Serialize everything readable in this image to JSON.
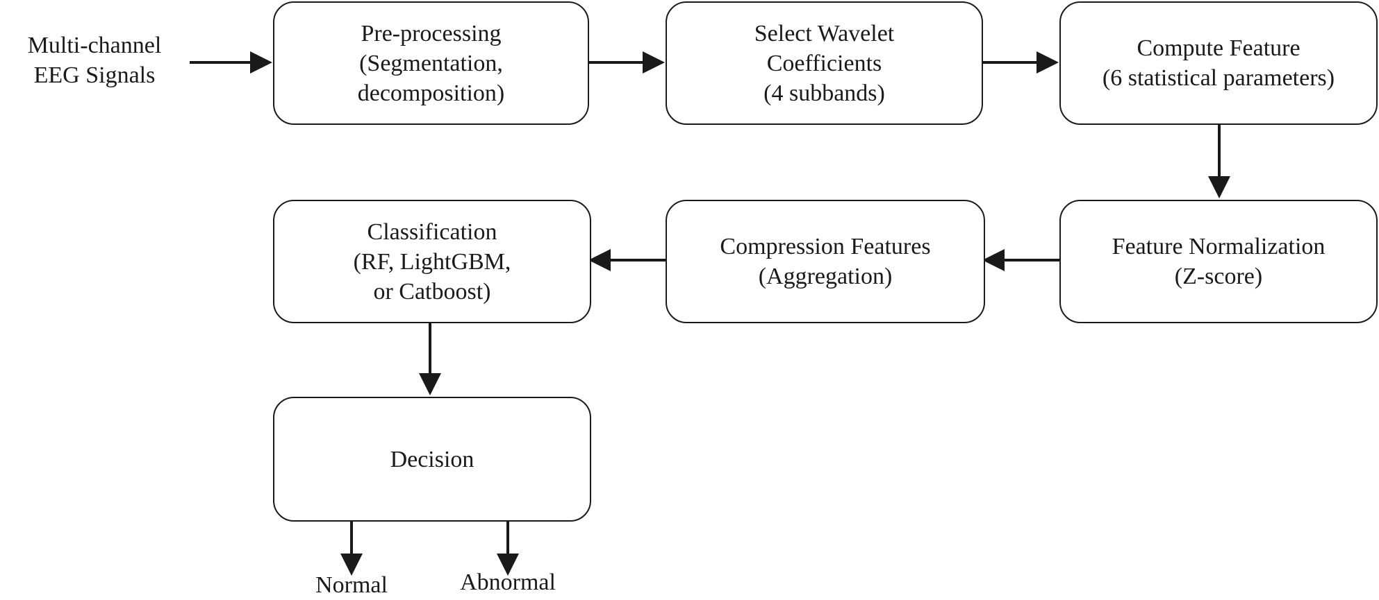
{
  "input": {
    "lines": [
      "Multi-channel",
      "EEG Signals"
    ]
  },
  "boxes": {
    "preprocessing": {
      "lines": [
        "Pre-processing",
        "(Segmentation,",
        "decomposition)"
      ]
    },
    "select_wavelet": {
      "lines": [
        "Select Wavelet",
        "Coefficients",
        "(4 subbands)"
      ]
    },
    "compute_feature": {
      "lines": [
        "Compute Feature",
        "(6 statistical parameters)"
      ]
    },
    "normalization": {
      "lines": [
        "Feature Normalization",
        "(Z-score)"
      ]
    },
    "compression": {
      "lines": [
        "Compression Features",
        "(Aggregation)"
      ]
    },
    "classification": {
      "lines": [
        "Classification",
        "(RF, LightGBM,",
        "or Catboost)"
      ]
    },
    "decision": {
      "lines": [
        "Decision"
      ]
    }
  },
  "outputs": {
    "normal": "Normal",
    "abnormal": "Abnormal"
  },
  "colors": {
    "stroke": "#1a1a1a",
    "background": "#ffffff"
  }
}
